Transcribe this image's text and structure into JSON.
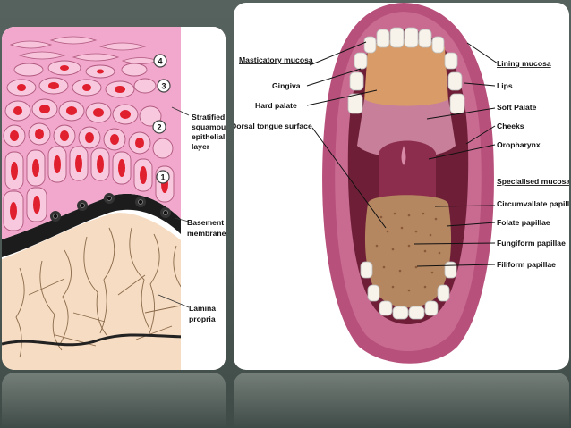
{
  "epithelium": {
    "layer_numbers": [
      "4",
      "3",
      "2",
      "1"
    ],
    "labels": {
      "stratified": [
        "Stratified",
        "squamous",
        "epithelial",
        "layer"
      ],
      "basement": [
        "Basement",
        "membrane"
      ],
      "lamina": [
        "Lamina",
        "propria"
      ]
    }
  },
  "mouth": {
    "labels_left": {
      "masticatory": "Masticatory mucosa",
      "gingiva": "Gingiva",
      "hard_palate": "Hard palate",
      "dorsal_tongue": "Dorsal tongue surface"
    },
    "labels_right": {
      "lining": "Lining mucosa",
      "lips": "Lips",
      "soft_palate": "Soft Palate",
      "cheeks": "Cheeks",
      "oropharynx": "Oropharynx",
      "specialised": "Specialised mucosa",
      "circumvallate": "Circumvallate papillae",
      "folate": "Folate papillae",
      "fungiform": "Fungiform papillae",
      "filiform": "Filiform papillae"
    }
  },
  "colors": {
    "background": "#4c5955",
    "epithelium_pink": "#ee9ec6",
    "nucleus_red": "#e0202e",
    "basement_black": "#1a1a1a",
    "lamina_peach": "#f5dcc2",
    "lip_pink": "#b84a78",
    "palate_tan": "#d9a06a",
    "tongue_brown": "#b8865e"
  }
}
